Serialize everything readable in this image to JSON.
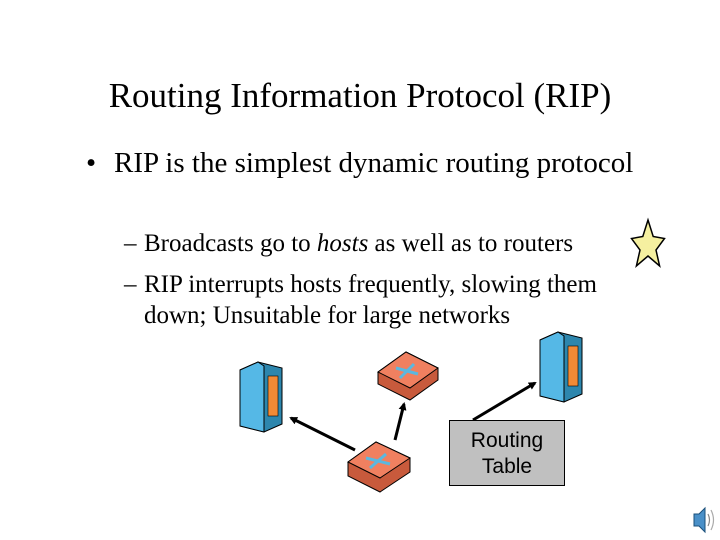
{
  "slide": {
    "title": "Routing Information Protocol (RIP)",
    "bullets": [
      {
        "text": "RIP is the simplest dynamic routing protocol"
      }
    ],
    "sub_bullets": [
      {
        "before": "Broadcasts go to ",
        "emphasis": "hosts",
        "after": " as well as to routers"
      },
      {
        "line1": "RIP interrupts hosts frequently, slowing them",
        "line2": "down; Unsuitable for large networks"
      }
    ],
    "bullet_mark": "•",
    "dash_mark": "–"
  },
  "diagram": {
    "routing_table_label_line1": "Routing",
    "routing_table_label_line2": "Table",
    "colors": {
      "router": "#f08060",
      "router_dark": "#c85a3c",
      "router_x": "#5ab8e0",
      "server_front": "#55b8e6",
      "server_side": "#2d86ad",
      "server_panel": "#f28a35",
      "star": "#f5f0a0",
      "table_bg": "#c0c0c0"
    },
    "icons": [
      "star-icon",
      "router-icon",
      "server-icon",
      "speaker-icon"
    ]
  }
}
